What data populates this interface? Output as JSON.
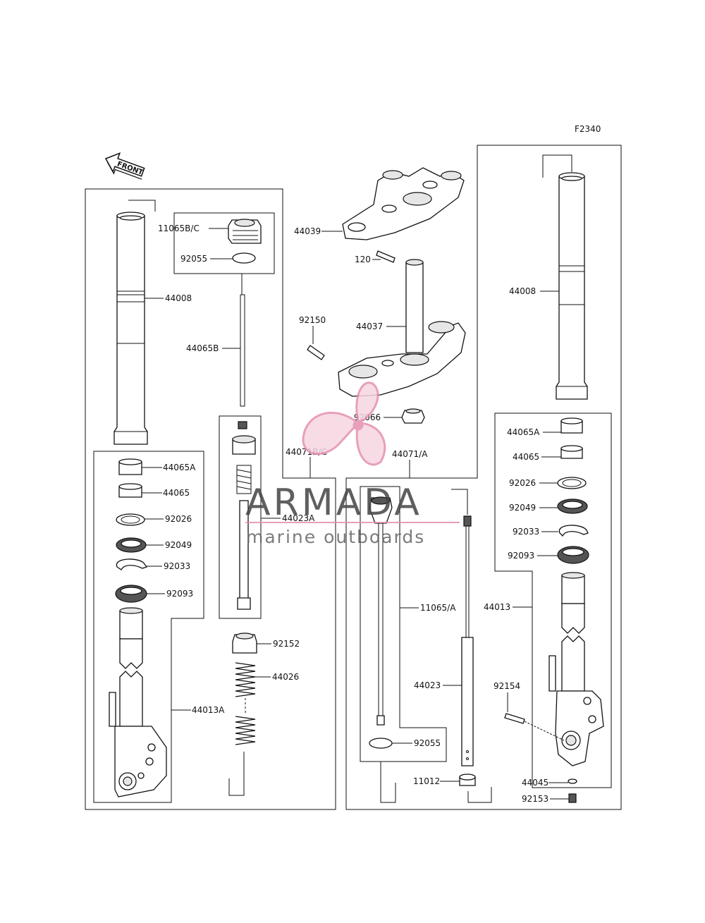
{
  "figure_id": "F2340",
  "front_arrow": "FRONT",
  "labels": {
    "l_11065BC": "11065B/C",
    "l_92055_left": "92055",
    "l_44008_left": "44008",
    "l_44065B": "44065B",
    "l_44065A_left": "44065A",
    "l_44065_left": "44065",
    "l_92026_left": "92026",
    "l_92049_left": "92049",
    "l_92033_left": "92033",
    "l_92093_left": "92093",
    "l_44013A": "44013A",
    "l_44023A": "44023A",
    "l_92152": "92152",
    "l_44026": "44026",
    "l_44071BC": "44071B/C",
    "l_44039": "44039",
    "l_120": "120",
    "l_92150": "92150",
    "l_44037": "44037",
    "l_92066": "92066",
    "l_44071A": "44071/A",
    "l_11065A": "11065/A",
    "l_44023": "44023",
    "l_92055_mid": "92055",
    "l_11012": "11012",
    "l_44008_right": "44008",
    "l_44065A_right": "44065A",
    "l_44065_right": "44065",
    "l_92026_right": "92026",
    "l_92049_right": "92049",
    "l_92033_right": "92033",
    "l_92093_right": "92093",
    "l_44013": "44013",
    "l_92154": "92154",
    "l_44045": "44045",
    "l_92153": "92153"
  },
  "watermark": {
    "brand": "ARMADA",
    "tagline": "marine outboards",
    "color": "#e58fb0"
  }
}
